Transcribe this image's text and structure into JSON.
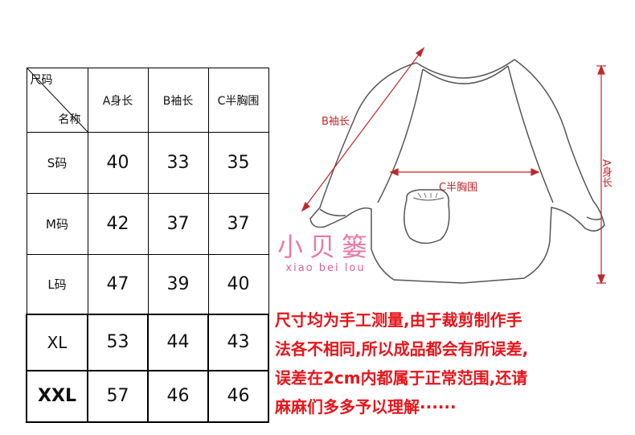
{
  "table": {
    "corner_top": "尺码",
    "corner_bottom": "名称",
    "headers": [
      "A身长",
      "B袖长",
      "C半胸围"
    ],
    "rows": [
      {
        "size": "S码",
        "values": [
          "40",
          "33",
          "35"
        ]
      },
      {
        "size": "M码",
        "values": [
          "42",
          "37",
          "37"
        ]
      },
      {
        "size": "L码",
        "values": [
          "47",
          "39",
          "40"
        ]
      },
      {
        "size": "XL",
        "values": [
          "53",
          "44",
          "43"
        ]
      },
      {
        "size": "XXL",
        "values": [
          "57",
          "46",
          "46"
        ]
      }
    ]
  },
  "diagram": {
    "label_b": "B袖长",
    "label_c": "C半胸围",
    "label_a": "A身长"
  },
  "watermark": {
    "main": "小贝篓",
    "sub": "xiao bei lou"
  },
  "note": {
    "lines": [
      "尺寸均为手工测量,由于裁剪制作手",
      "法各不相同,所以成品都会有所误差,",
      "误差在2cm内都属于正常范围,还请",
      "麻麻们多多予以理解······"
    ]
  },
  "colors": {
    "accent_red": "#e8151b",
    "dimension_red": "#c0282c",
    "watermark_pink": "#e85a91"
  }
}
